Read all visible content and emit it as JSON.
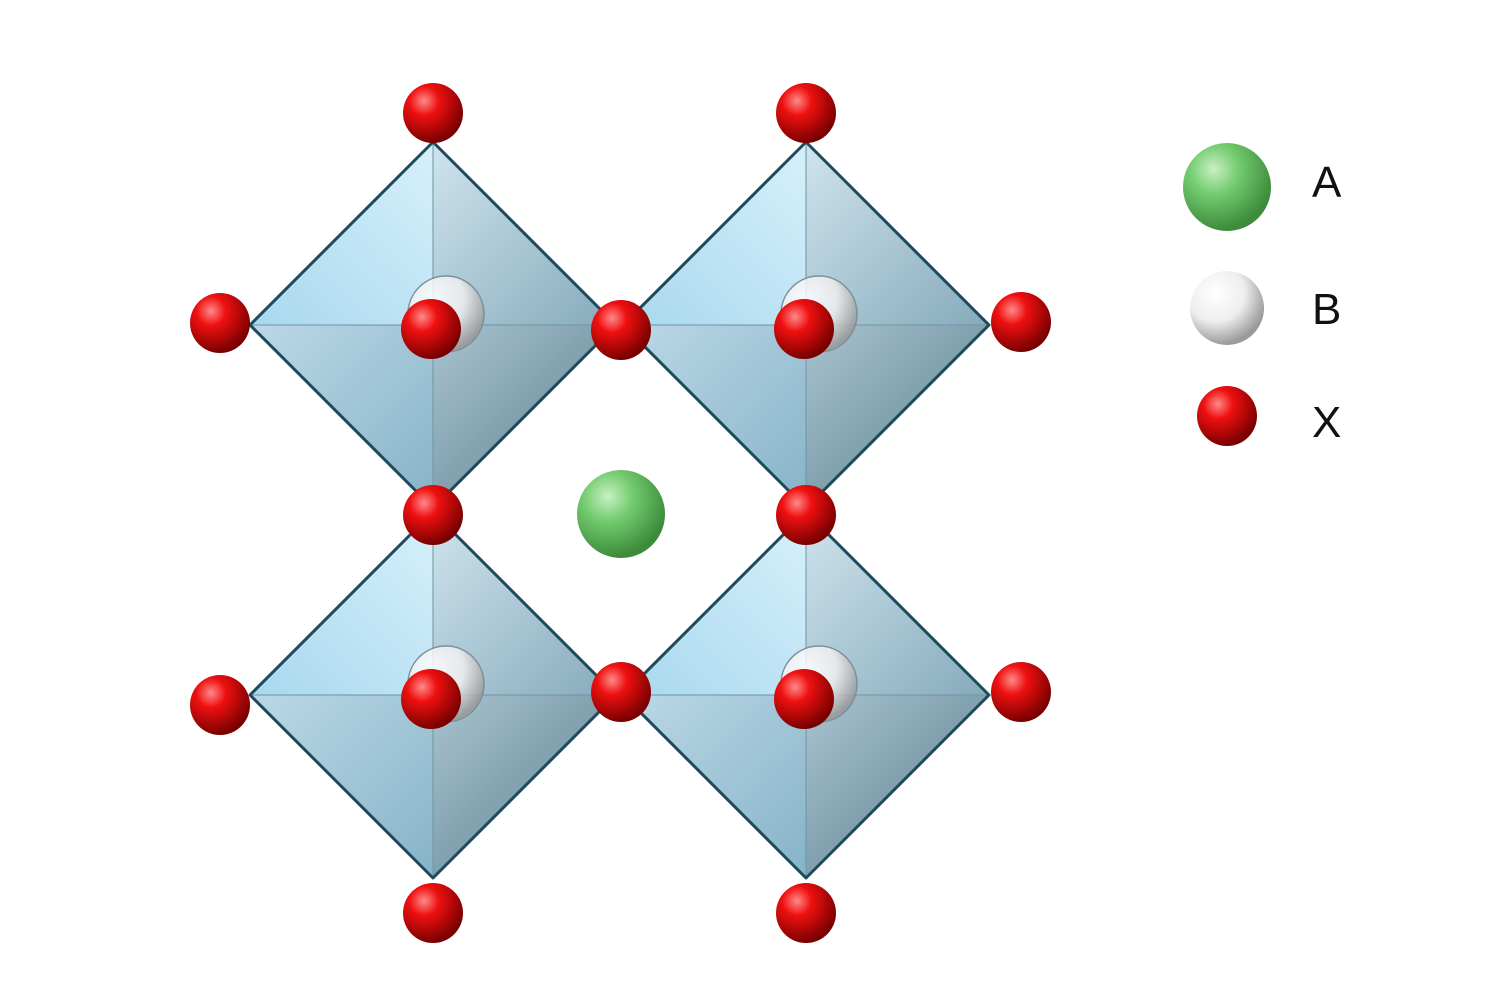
{
  "diagram": {
    "type": "perovskite-structure",
    "octahedra_count": 4,
    "colors": {
      "a_site": "#72c96f",
      "b_site": "#f2f2f2",
      "x_site": "#e00000",
      "octahedron_light": "#bfe6f6",
      "octahedron_dark": "#7aa3b6",
      "octahedron_edge": "#1f4a5c"
    }
  },
  "legend": {
    "items": [
      {
        "label": "A",
        "icon": "green-sphere-icon"
      },
      {
        "label": "B",
        "icon": "white-sphere-icon"
      },
      {
        "label": "X",
        "icon": "red-sphere-icon"
      }
    ]
  }
}
